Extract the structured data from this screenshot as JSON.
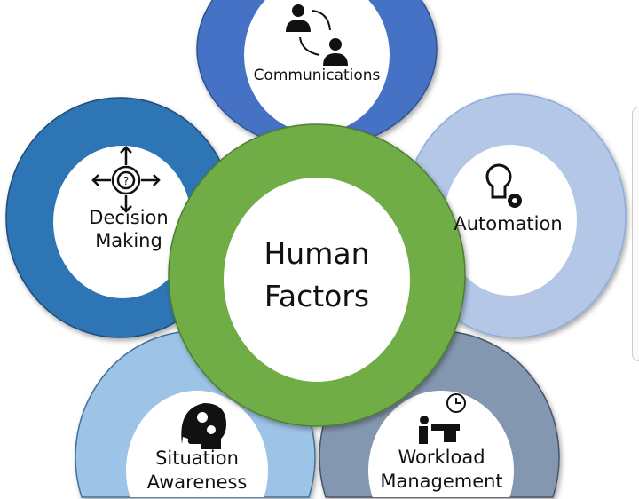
{
  "center": {
    "title_line1": "Human",
    "title_line2": "Factors",
    "color": "#70AD47"
  },
  "petals": [
    {
      "id": "communications",
      "line1": "Communications",
      "line2": "",
      "icon": "people-exchange-icon",
      "color": "#4472C4"
    },
    {
      "id": "decision-making",
      "line1": "Decision",
      "line2": "Making",
      "icon": "gear-question-arrows-icon",
      "color": "#2E75B6"
    },
    {
      "id": "automation",
      "line1": "Automation",
      "line2": "",
      "icon": "lightbulb-gear-icon",
      "color": "#B4C7E7"
    },
    {
      "id": "situation-awareness",
      "line1": "Situation",
      "line2": "Awareness",
      "icon": "head-gears-icon",
      "color": "#9DC3E6"
    },
    {
      "id": "workload-management",
      "line1": "Workload",
      "line2": "Management",
      "icon": "person-desk-clock-icon",
      "color": "#8497B0"
    }
  ]
}
